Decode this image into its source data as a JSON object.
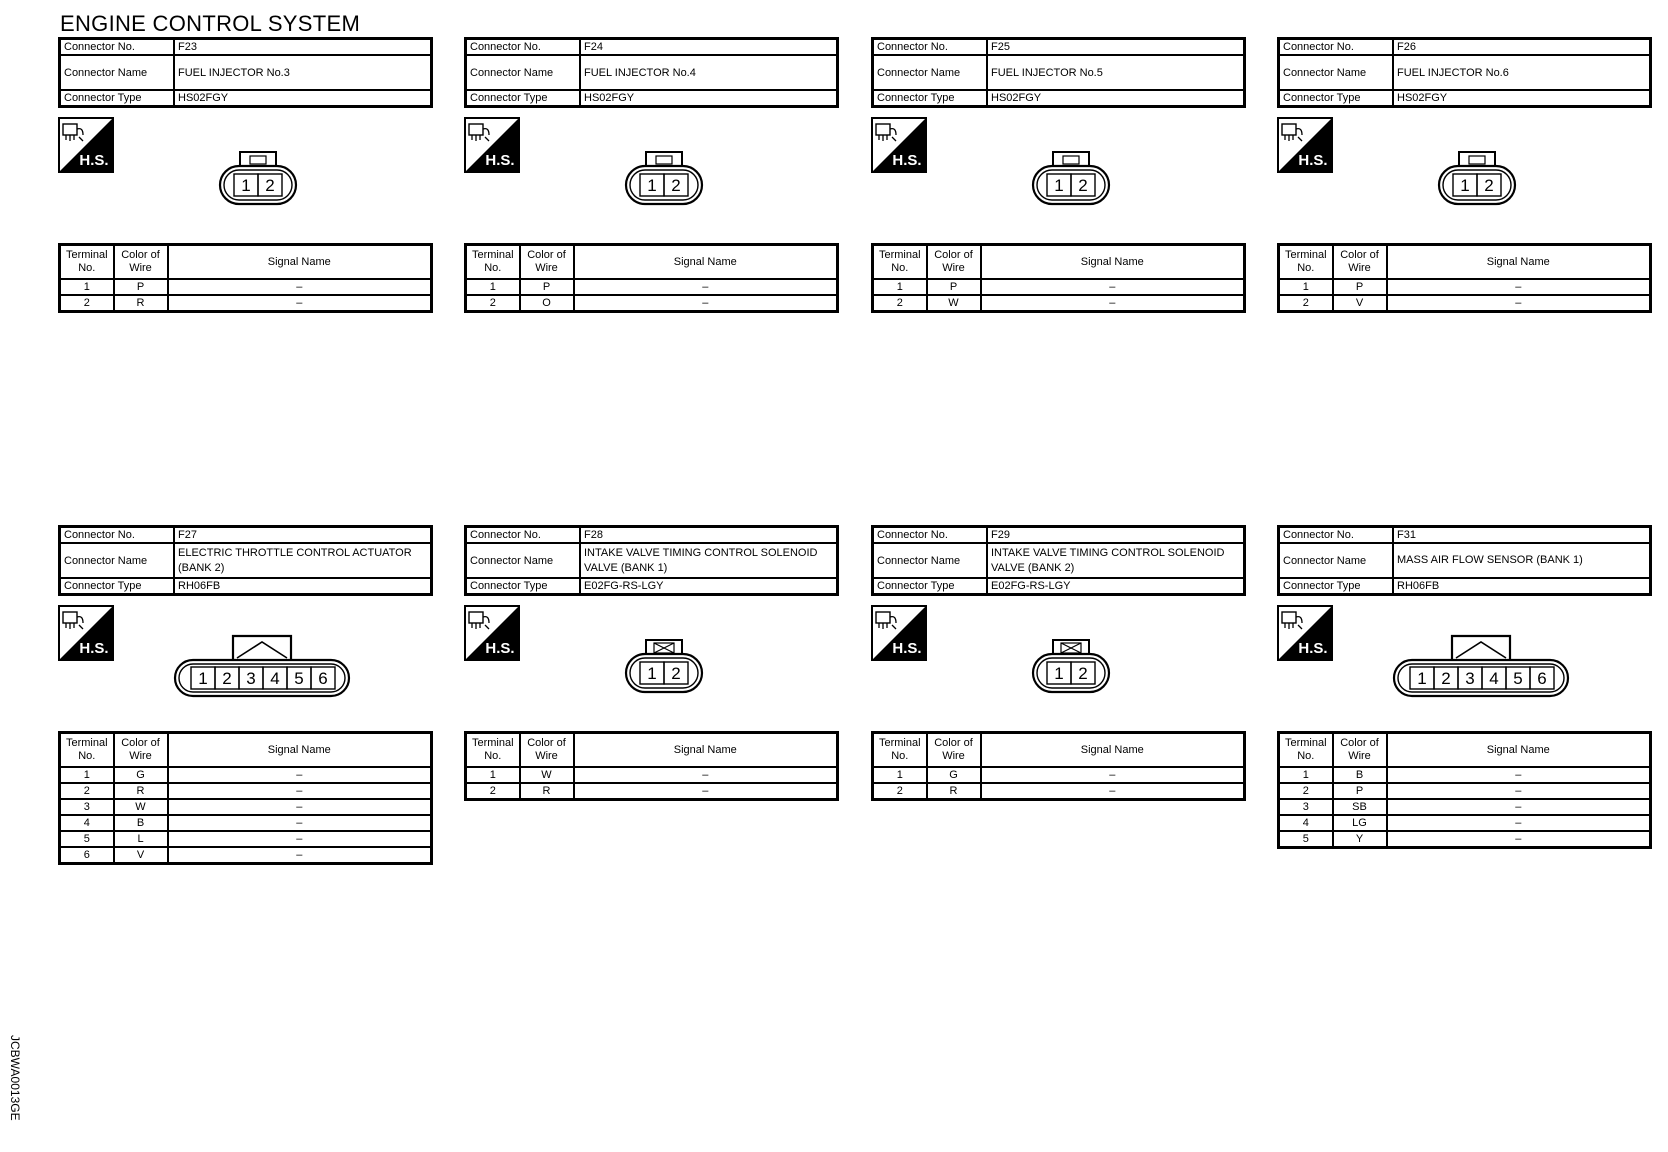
{
  "title": "ENGINE CONTROL SYSTEM",
  "ref_code": "JCBWA0013GE",
  "labels": {
    "connector_no": "Connector No.",
    "connector_name": "Connector Name",
    "connector_type": "Connector Type",
    "terminal_no": "Terminal No.",
    "color_of_wire": "Color of Wire",
    "signal_name": "Signal Name",
    "hs_badge": "H.S."
  },
  "connectors": [
    {
      "no": "F23",
      "name": "FUEL INJECTOR No.3",
      "type": "HS02FGY",
      "pins": [
        "1",
        "2"
      ],
      "terminals": [
        {
          "no": "1",
          "color": "P",
          "signal": "–"
        },
        {
          "no": "2",
          "color": "R",
          "signal": "–"
        }
      ]
    },
    {
      "no": "F24",
      "name": "FUEL INJECTOR No.4",
      "type": "HS02FGY",
      "pins": [
        "1",
        "2"
      ],
      "terminals": [
        {
          "no": "1",
          "color": "P",
          "signal": "–"
        },
        {
          "no": "2",
          "color": "O",
          "signal": "–"
        }
      ]
    },
    {
      "no": "F25",
      "name": "FUEL INJECTOR No.5",
      "type": "HS02FGY",
      "pins": [
        "1",
        "2"
      ],
      "terminals": [
        {
          "no": "1",
          "color": "P",
          "signal": "–"
        },
        {
          "no": "2",
          "color": "W",
          "signal": "–"
        }
      ]
    },
    {
      "no": "F26",
      "name": "FUEL INJECTOR No.6",
      "type": "HS02FGY",
      "pins": [
        "1",
        "2"
      ],
      "terminals": [
        {
          "no": "1",
          "color": "P",
          "signal": "–"
        },
        {
          "no": "2",
          "color": "V",
          "signal": "–"
        }
      ]
    },
    {
      "no": "F27",
      "name": "ELECTRIC THROTTLE CONTROL ACTUATOR (BANK 2)",
      "type": "RH06FB",
      "pins": [
        "1",
        "2",
        "3",
        "4",
        "5",
        "6"
      ],
      "terminals": [
        {
          "no": "1",
          "color": "G",
          "signal": "–"
        },
        {
          "no": "2",
          "color": "R",
          "signal": "–"
        },
        {
          "no": "3",
          "color": "W",
          "signal": "–"
        },
        {
          "no": "4",
          "color": "B",
          "signal": "–"
        },
        {
          "no": "5",
          "color": "L",
          "signal": "–"
        },
        {
          "no": "6",
          "color": "V",
          "signal": "–"
        }
      ]
    },
    {
      "no": "F28",
      "name": "INTAKE VALVE TIMING CONTROL SOLENOID VALVE (BANK 1)",
      "type": "E02FG-RS-LGY",
      "pins": [
        "1",
        "2"
      ],
      "terminals": [
        {
          "no": "1",
          "color": "W",
          "signal": "–"
        },
        {
          "no": "2",
          "color": "R",
          "signal": "–"
        }
      ]
    },
    {
      "no": "F29",
      "name": "INTAKE VALVE TIMING CONTROL SOLENOID VALVE (BANK 2)",
      "type": "E02FG-RS-LGY",
      "pins": [
        "1",
        "2"
      ],
      "terminals": [
        {
          "no": "1",
          "color": "G",
          "signal": "–"
        },
        {
          "no": "2",
          "color": "R",
          "signal": "–"
        }
      ]
    },
    {
      "no": "F31",
      "name": "MASS AIR FLOW SENSOR (BANK 1)",
      "type": "RH06FB",
      "pins": [
        "1",
        "2",
        "3",
        "4",
        "5",
        "6"
      ],
      "terminals": [
        {
          "no": "1",
          "color": "B",
          "signal": "–"
        },
        {
          "no": "2",
          "color": "P",
          "signal": "–"
        },
        {
          "no": "3",
          "color": "SB",
          "signal": "–"
        },
        {
          "no": "4",
          "color": "LG",
          "signal": "–"
        },
        {
          "no": "5",
          "color": "Y",
          "signal": "–"
        }
      ]
    }
  ]
}
